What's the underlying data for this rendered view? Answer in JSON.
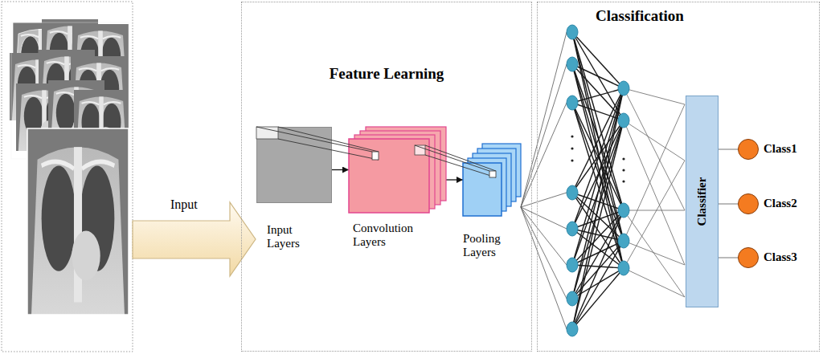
{
  "diagram": {
    "nodes": [
      {
        "text": [
          "Feature Learning"
        ]
      },
      {
        "text": [
          "Input Layers"
        ],
        "in": 0
      },
      {
        "text": [
          "Convolution Layers"
        ],
        "in": 0
      },
      {
        "text": [
          "Pooling Layers"
        ],
        "in": 0
      },
      {
        "text": [
          "Classification"
        ]
      },
      {
        "text": [
          "Classifier"
        ],
        "in": 4
      },
      {
        "text": [
          "Class1"
        ],
        "in": 4
      },
      {
        "text": [
          "Class2"
        ],
        "in": 4
      },
      {
        "text": [
          "Class3"
        ],
        "in": 4
      }
    ],
    "edges": [
      {
        "from": 1,
        "to": 2,
        "arrow": "to"
      },
      {
        "from": 2,
        "to": 3,
        "arrow": "to"
      },
      {
        "from": 5,
        "to": 6,
        "arrow": "none"
      },
      {
        "from": 5,
        "to": 7,
        "arrow": "none"
      },
      {
        "from": 5,
        "to": 8,
        "arrow": "none"
      }
    ],
    "labels": [
      "Input"
    ]
  }
}
